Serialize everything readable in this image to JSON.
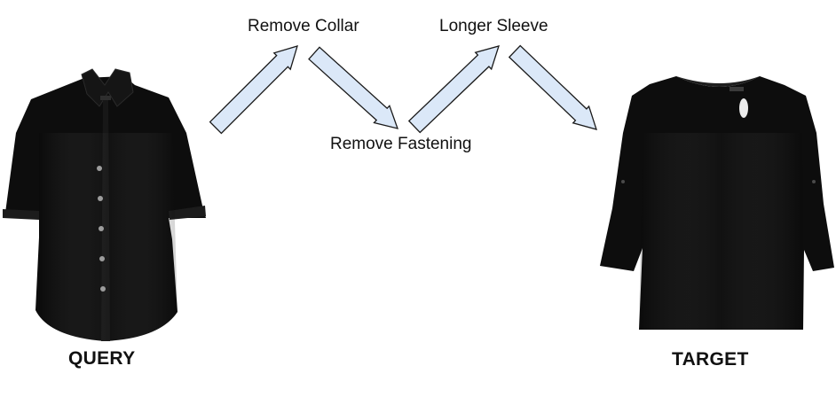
{
  "steps": [
    {
      "label": "Remove Collar"
    },
    {
      "label": "Remove Fastening"
    },
    {
      "label": "Longer Sleeve"
    }
  ],
  "query": {
    "caption": "QUERY",
    "garment": "short-sleeve button-up shirt with collar",
    "color": "#0d0d0d"
  },
  "target": {
    "caption": "TARGET",
    "garment": "three-quarter sleeve round-neck blouse",
    "color": "#0d0d0d"
  },
  "colors": {
    "arrow_fill": "#dbe8f8",
    "arrow_stroke": "#1a1a1a",
    "text": "#111111"
  }
}
